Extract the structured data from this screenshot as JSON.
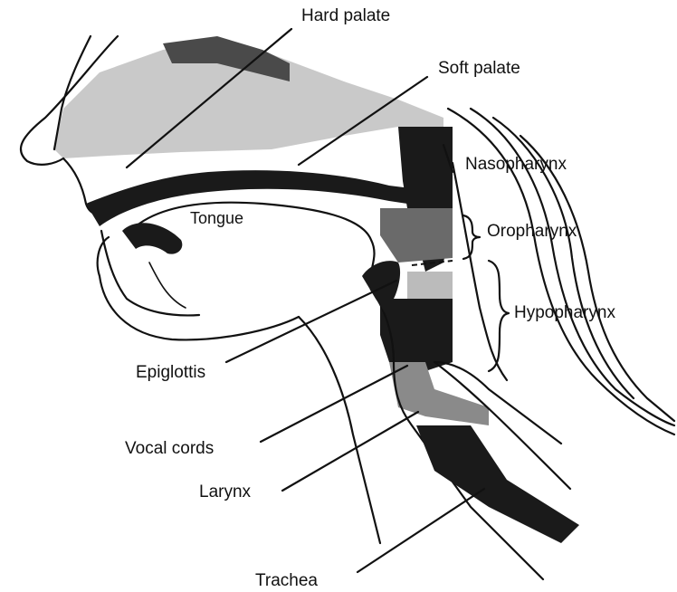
{
  "labels": {
    "hard_palate": "Hard palate",
    "soft_palate": "Soft palate",
    "nasopharynx": "Nasopharynx",
    "tongue": "Tongue",
    "oropharynx": "Oropharynx",
    "hypopharynx": "Hypopharynx",
    "epiglottis": "Epiglottis",
    "vocal_cords": "Vocal cords",
    "larynx": "Larynx",
    "trachea": "Trachea"
  },
  "colors": {
    "ink": "#111111",
    "shade_light": "#bdbdbd",
    "shade_mid": "#8a8a8a",
    "shade_dark": "#3a3a3a"
  }
}
